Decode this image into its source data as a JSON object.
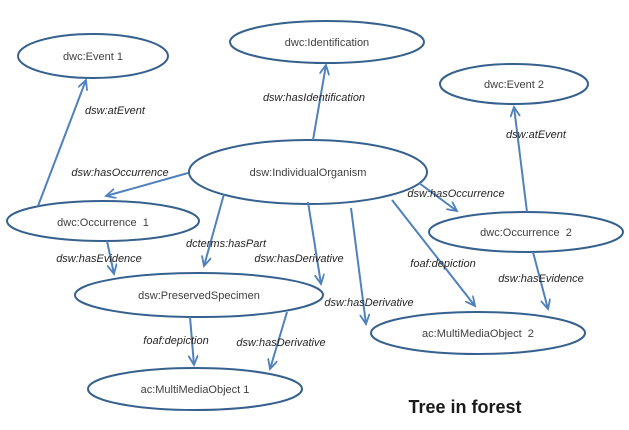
{
  "diagram": {
    "title": "Tree in forest",
    "colors": {
      "background": "#ffffff",
      "node_stroke": "#36618e",
      "edge": "#4f81bd",
      "node_text": "#404040",
      "edge_label_text": "#262626",
      "title_text": "#1a1a1a"
    },
    "nodes": [
      {
        "id": "event1",
        "label": "dwc:Event 1"
      },
      {
        "id": "identification",
        "label": "dwc:Identification"
      },
      {
        "id": "event2",
        "label": "dwc:Event 2"
      },
      {
        "id": "organism",
        "label": "dsw:IndividualOrganism"
      },
      {
        "id": "occurrence1",
        "label": "dwc:Occurrence  1"
      },
      {
        "id": "occurrence2",
        "label": "dwc:Occurrence  2"
      },
      {
        "id": "specimen",
        "label": "dsw:PreservedSpecimen"
      },
      {
        "id": "mmo1",
        "label": "ac:MultiMediaObject 1"
      },
      {
        "id": "mmo2",
        "label": "ac:MultiMediaObject  2"
      }
    ],
    "edges": [
      {
        "from": "occurrence1",
        "to": "event1",
        "label": "dsw:atEvent"
      },
      {
        "from": "organism",
        "to": "identification",
        "label": "dsw:hasIdentification"
      },
      {
        "from": "occurrence2",
        "to": "event2",
        "label": "dsw:atEvent"
      },
      {
        "from": "organism",
        "to": "occurrence1",
        "label": "dsw:hasOccurrence"
      },
      {
        "from": "organism",
        "to": "occurrence2",
        "label": "dsw:hasOccurrence"
      },
      {
        "from": "occurrence1",
        "to": "specimen",
        "label": "dsw:hasEvidence"
      },
      {
        "from": "organism",
        "to": "specimen",
        "label": "dcterms:hasPart"
      },
      {
        "from": "organism",
        "to": "specimen",
        "label": "dsw:hasDerivative"
      },
      {
        "from": "organism",
        "to": "mmo2",
        "label": "dsw:hasDerivative"
      },
      {
        "from": "organism",
        "to": "mmo2",
        "label": "foaf:depiction"
      },
      {
        "from": "occurrence2",
        "to": "mmo2",
        "label": "dsw:hasEvidence"
      },
      {
        "from": "specimen",
        "to": "mmo1",
        "label": "foaf:depiction"
      },
      {
        "from": "specimen",
        "to": "mmo1",
        "label": "dsw:hasDerivative"
      }
    ]
  }
}
